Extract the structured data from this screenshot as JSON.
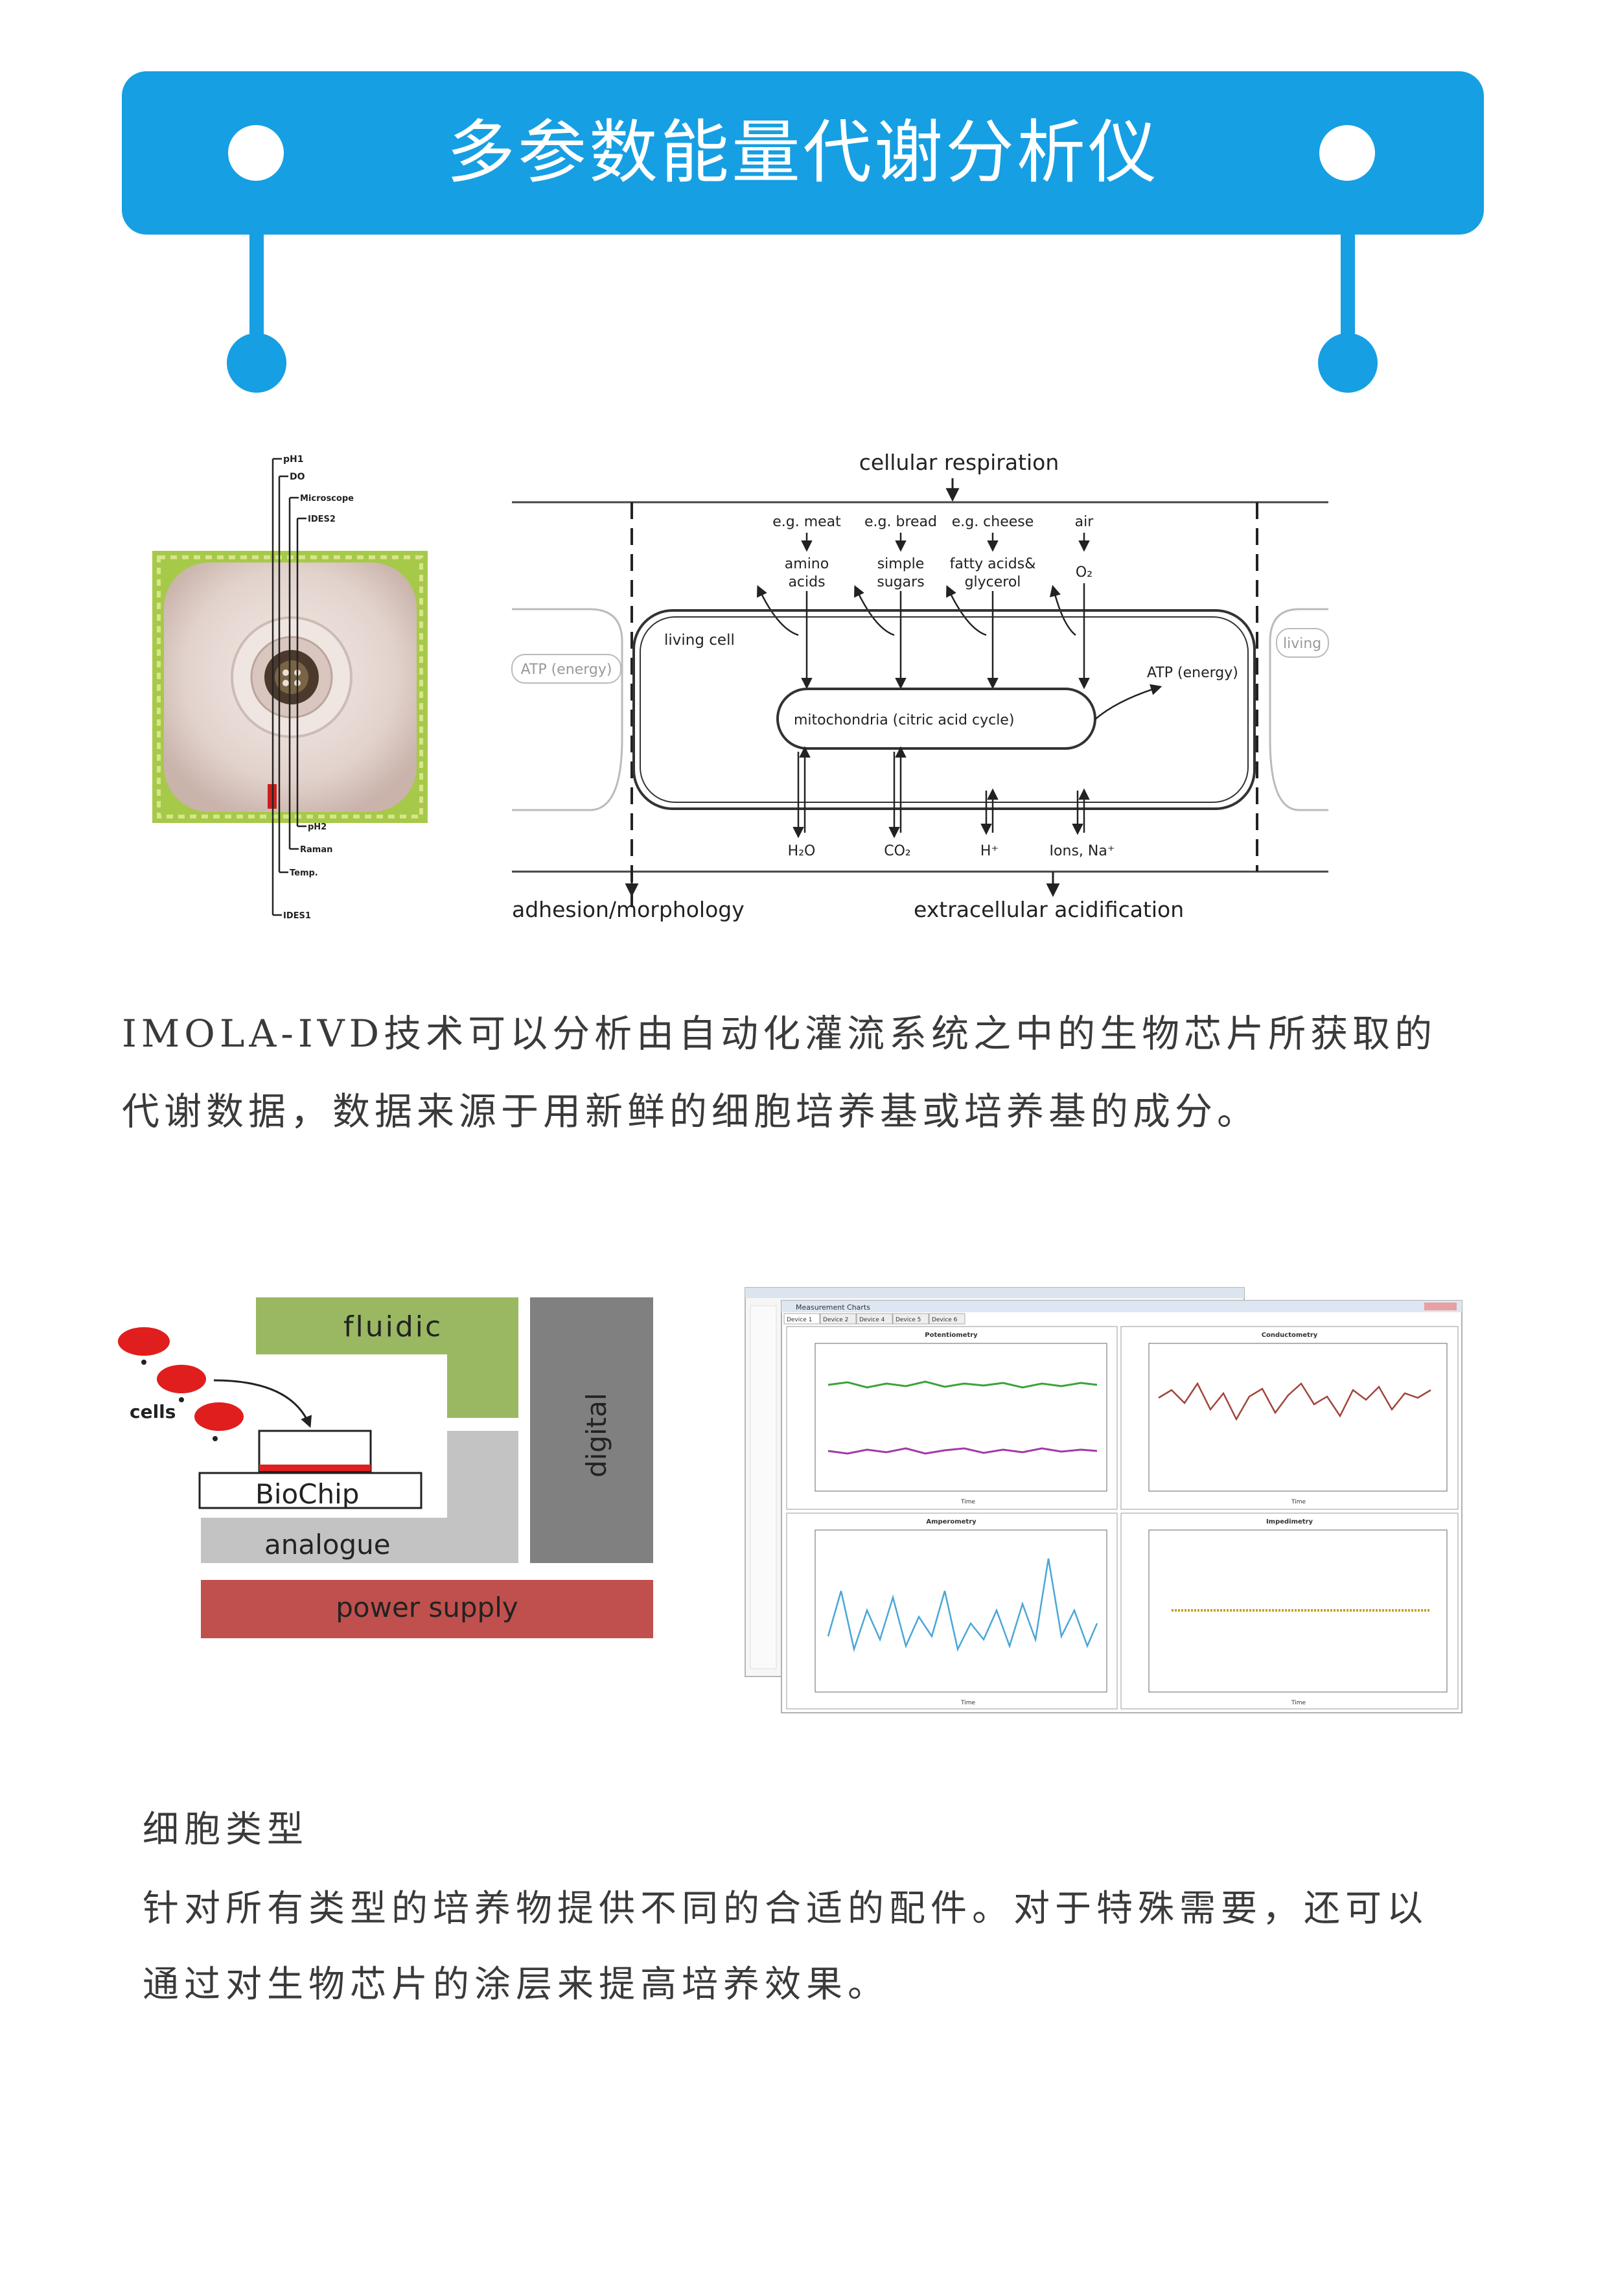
{
  "header": {
    "title": "多参数能量代谢分析仪"
  },
  "chip": {
    "labels_top": [
      "pH1",
      "DO",
      "Microscope",
      "IDES2"
    ],
    "labels_bottom": [
      "pH2",
      "Raman",
      "Temp.",
      "IDES1"
    ]
  },
  "respiration": {
    "title": "cellular respiration",
    "foods": [
      {
        "eg": "e.g. meat",
        "product_1": "amino",
        "product_2": "acids"
      },
      {
        "eg": "e.g. bread",
        "product_1": "simple",
        "product_2": "sugars"
      },
      {
        "eg": "e.g. cheese",
        "product_1": "fatty acids&",
        "product_2": "glycerol"
      },
      {
        "eg": "air",
        "product_1": "O₂",
        "product_2": ""
      }
    ],
    "living_cell": "living cell",
    "living_right": "living",
    "atp_left": "ATP (energy)",
    "atp_right": "ATP (energy)",
    "mitochondria": "mitochondria  (citric acid cycle)",
    "outputs": [
      "H₂O",
      "CO₂",
      "H⁺",
      "Ions, Na⁺"
    ],
    "adhesion": "adhesion/morphology",
    "acidification": "extracellular acidification"
  },
  "paragraph_1": {
    "line_1": "IMOLA-IVD技术可以分析由自动化灌流系统之中的生物芯片所获取的",
    "line_2": "代谢数据，数据来源于用新鲜的细胞培养基或培养基的成分。"
  },
  "system": {
    "fluidic": "fluidic",
    "digital": "digital",
    "cells": "cells",
    "biochip": "BioChip",
    "analogue": "analogue",
    "power_supply": "power supply"
  },
  "software": {
    "window_title": "Measurement Charts",
    "tabs": [
      "Device 1",
      "Device 2",
      "Device 4",
      "Device 5",
      "Device 6"
    ],
    "charts": [
      "Potentiometry",
      "Conductometry",
      "Amperometry",
      "Impedimetry"
    ],
    "x_label": "Time"
  },
  "paragraph_2": {
    "heading": "细胞类型",
    "line_1": "针对所有类型的培养物提供不同的合适的配件。对于特殊需要，还可以",
    "line_2": "通过对生物芯片的涂层来提高培养效果。"
  }
}
